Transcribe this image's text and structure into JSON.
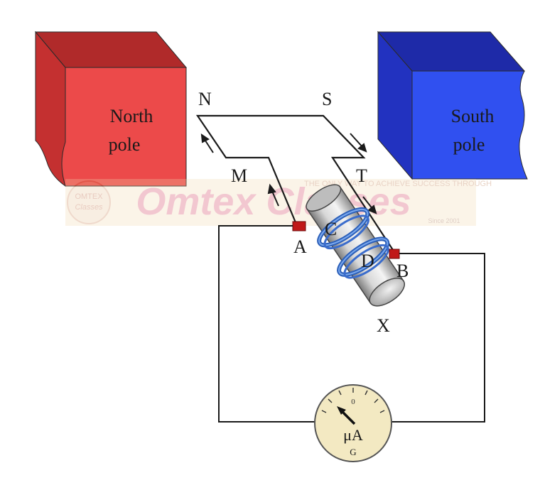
{
  "colors": {
    "north_front": "#ec4a4a",
    "north_side": "#c43030",
    "north_top": "#b02a2a",
    "south_front": "#3050f0",
    "south_side": "#2232c0",
    "south_top": "#1e2aa8",
    "wire": "#1a1a1a",
    "coil": "#4a80d8",
    "brush": "#c01818",
    "meter_face": "#f3e9c2"
  },
  "poles": {
    "north": {
      "line1": "North",
      "line2": "pole"
    },
    "south": {
      "line1": "South",
      "line2": "pole"
    }
  },
  "labels": {
    "N": "N",
    "S": "S",
    "M": "M",
    "T": "T",
    "A": "A",
    "B": "B",
    "C": "C",
    "D": "D",
    "X": "X"
  },
  "meter": {
    "zero": "0",
    "unit": "μA",
    "name": "G"
  },
  "watermark": {
    "brand": "Omtex Classes",
    "tagline": "THE ONLY WAY TO ACHIEVE SUCCESS THROUGH",
    "since": "Since 2001",
    "logo_top": "OMTEX",
    "logo_bottom": "Classes"
  }
}
